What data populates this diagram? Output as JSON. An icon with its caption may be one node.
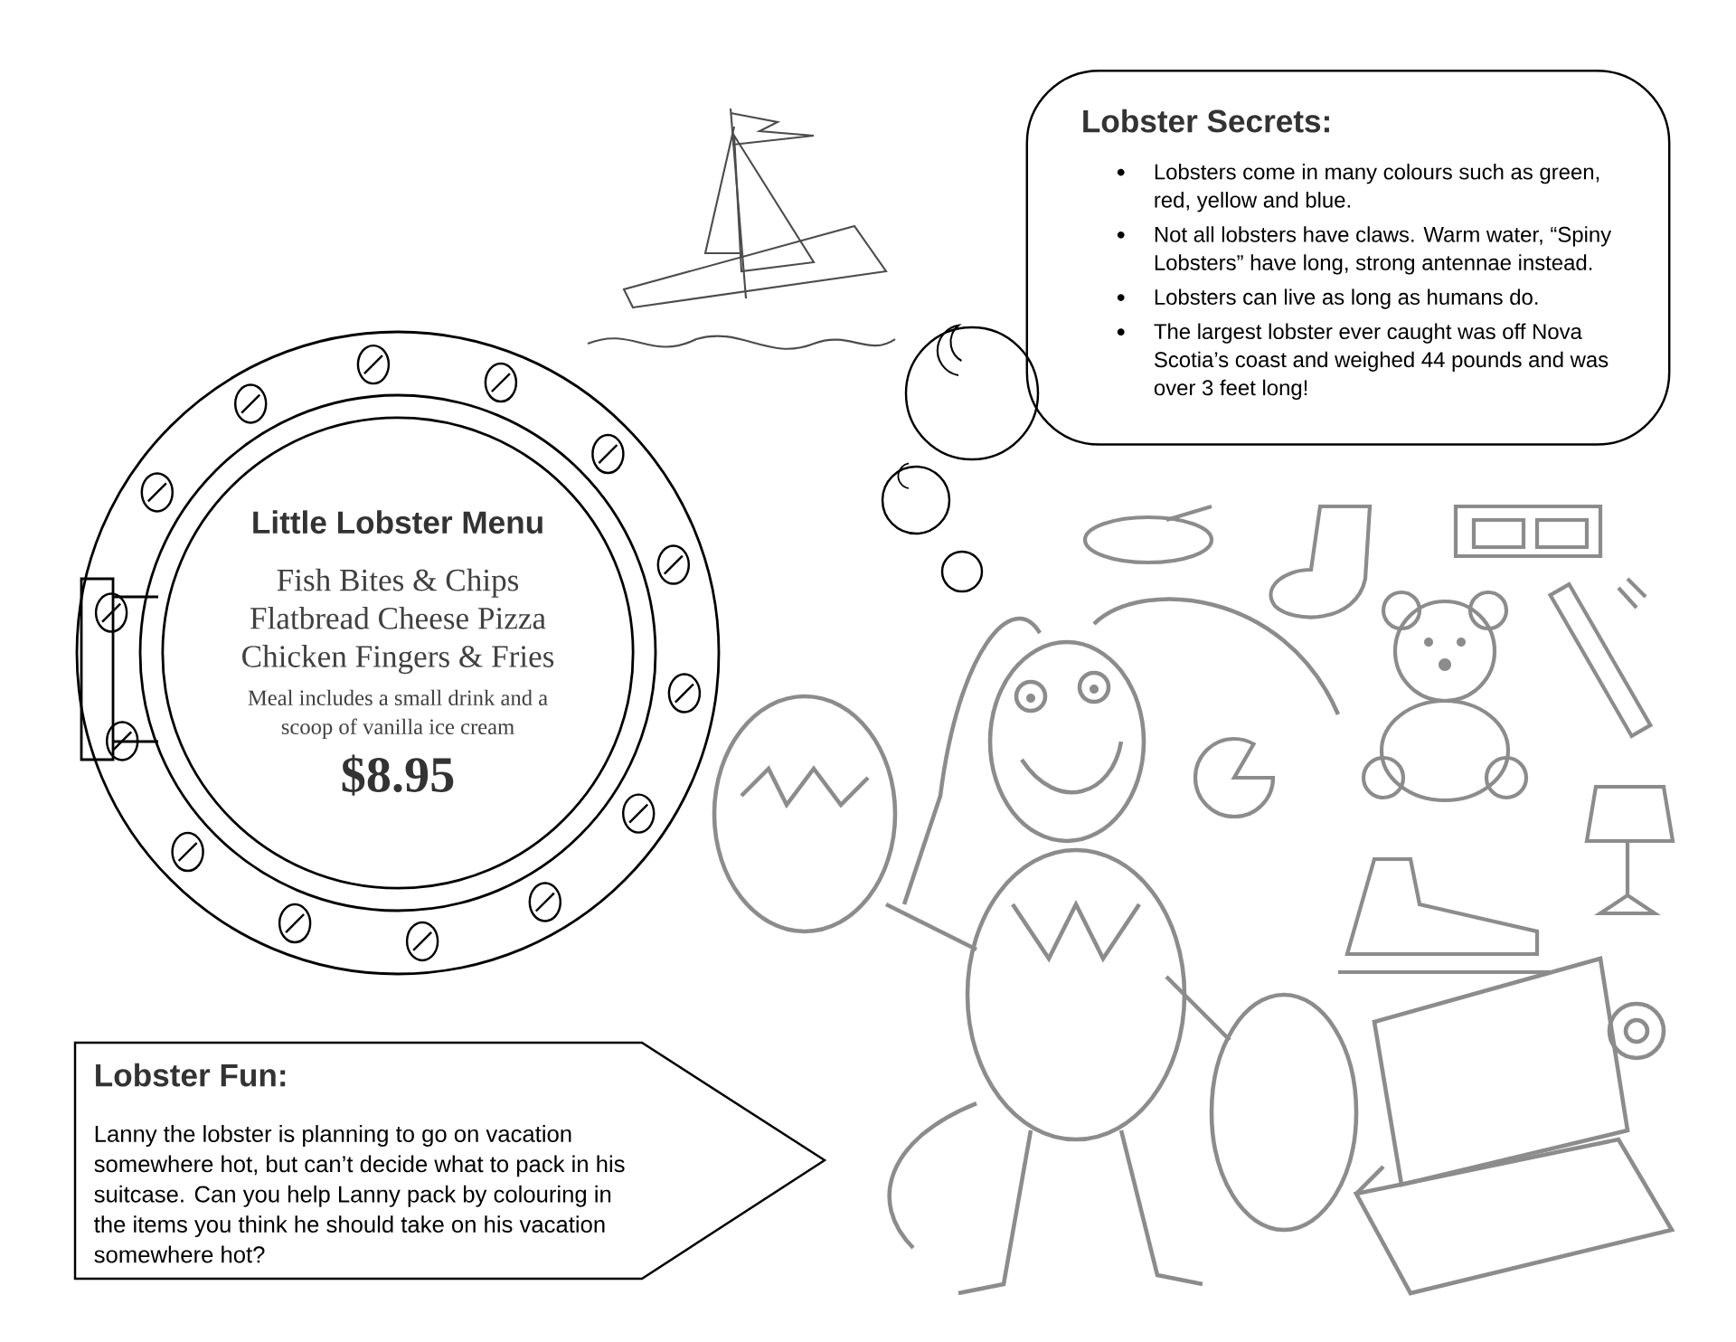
{
  "diagram": {
    "nodes": [
      {
        "text": [
          "Little Lobster Menu",
          "Fish Bites & Chips",
          "Flatbread Cheese Pizza",
          "Chicken Fingers & Fries",
          "Meal includes a small drink and a scoop of vanilla ice cream",
          "$8.95"
        ]
      },
      {
        "text": [
          "Lobster Secrets:",
          "Lobsters come in many colours such as green, red, yellow and blue.",
          "Not all lobsters have claws. Warm water, “Spiny Lobsters” have long, strong antennae instead.",
          "Lobsters can live as long as humans do.",
          "The largest lobster ever caught was off Nova Scotia’s coast and weighed 44 pounds and was over 3 feet long!"
        ]
      },
      {
        "text": [
          "Lobster Fun:",
          "Lanny the lobster is planning to go on vacation somewhere hot, but can’t decide what to pack in his suitcase. Can you help Lanny pack by colouring in the items you think he should take on his vacation somewhere hot?"
        ]
      }
    ]
  }
}
